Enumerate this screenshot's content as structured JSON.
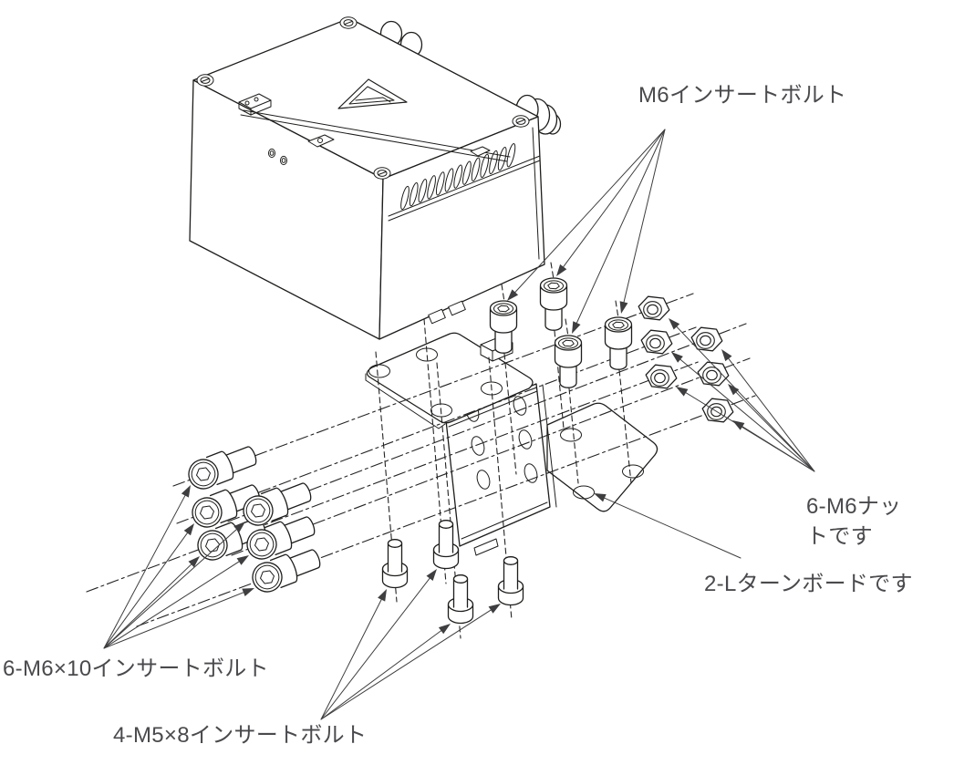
{
  "diagram": {
    "background": "#ffffff",
    "line_color": "#1d1d1b",
    "label_color": "#4a4a4e",
    "callouts": {
      "m6_insert_bolt": {
        "label": "M6インサートボルト",
        "arrow_count": 4
      },
      "m6x10_insert_bolt": {
        "label": "6-M6×10インサートボルト",
        "arrow_count": 6
      },
      "m5x8_insert_bolt": {
        "label": "4-M5×8インサートボルト",
        "arrow_count": 4
      },
      "m6_nut": {
        "label": "6-M6ナットです",
        "arrow_count": 6
      },
      "l_turn_board": {
        "label": "2-Lターンボードです",
        "arrow_count": 1
      }
    }
  }
}
